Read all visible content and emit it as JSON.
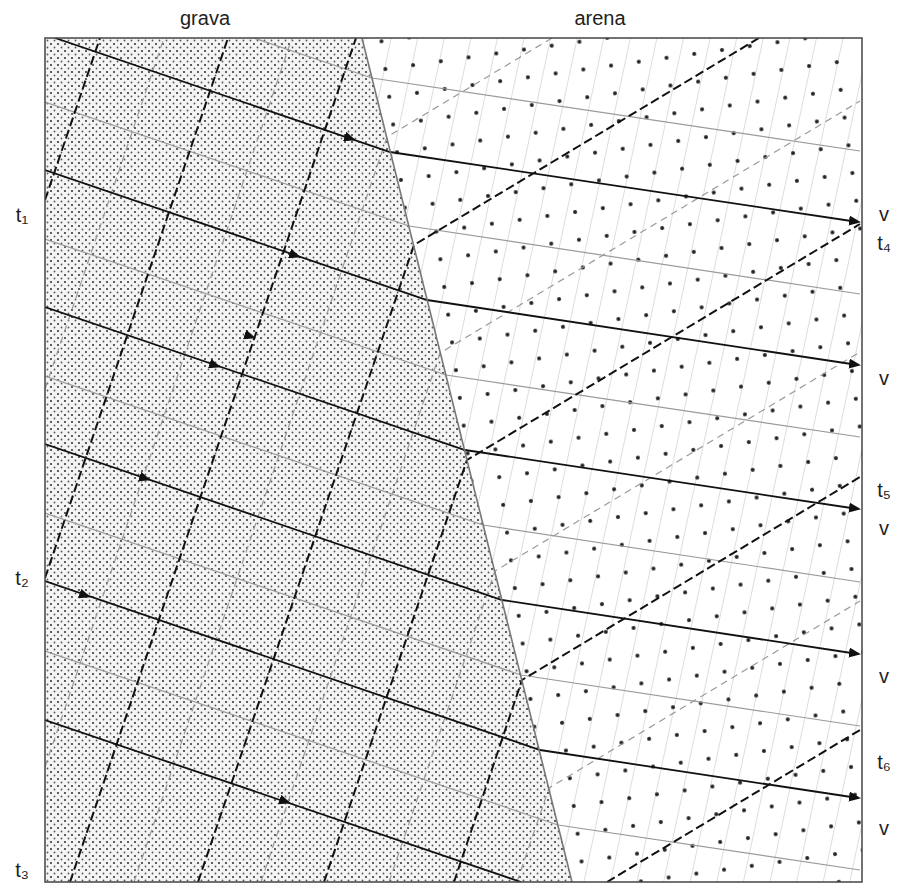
{
  "diagram": {
    "labels": [
      "grava",
      "arena",
      "t₁",
      "t₂",
      "t₃",
      "t₄",
      "t₅",
      "t₆",
      "v",
      "v",
      "v",
      "v",
      "v"
    ]
  }
}
